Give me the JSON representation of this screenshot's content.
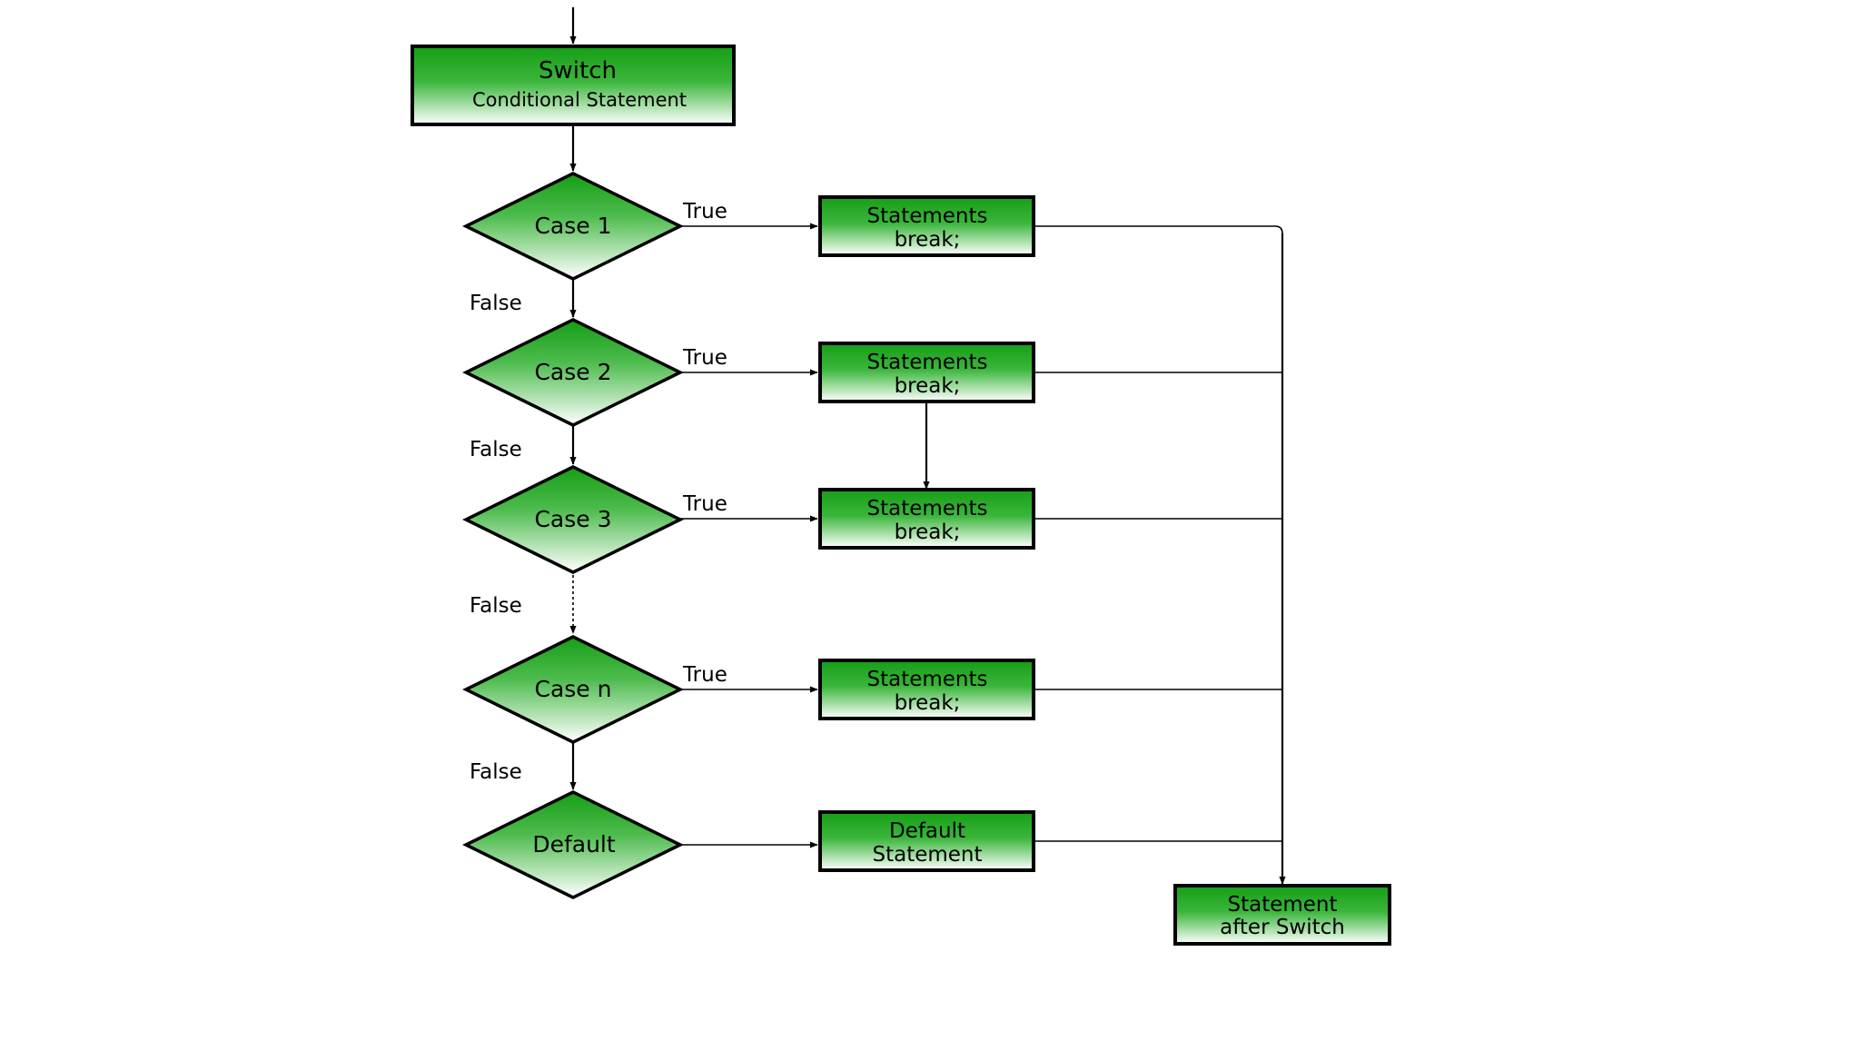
{
  "colors": {
    "node_top": "#169e16",
    "node_bottom": "#ffffff",
    "stroke": "#000000",
    "background": "#ffffff"
  },
  "start": {
    "line1": "Switch",
    "line2": "Conditional Statement"
  },
  "cases": [
    {
      "label": "Case 1",
      "true_label": "True",
      "false_label": "False",
      "action_line1": "Statements",
      "action_line2": "break;"
    },
    {
      "label": "Case 2",
      "true_label": "True",
      "false_label": "False",
      "action_line1": "Statements",
      "action_line2": "break;"
    },
    {
      "label": "Case 3",
      "true_label": "True",
      "false_label": "False",
      "action_line1": "Statements",
      "action_line2": "break;"
    },
    {
      "label": "Case n",
      "true_label": "True",
      "false_label": "False",
      "action_line1": "Statements",
      "action_line2": "break;"
    }
  ],
  "default": {
    "label": "Default",
    "action_line1": "Default",
    "action_line2": "Statement"
  },
  "end": {
    "line1": "Statement",
    "line2": "after Switch"
  }
}
